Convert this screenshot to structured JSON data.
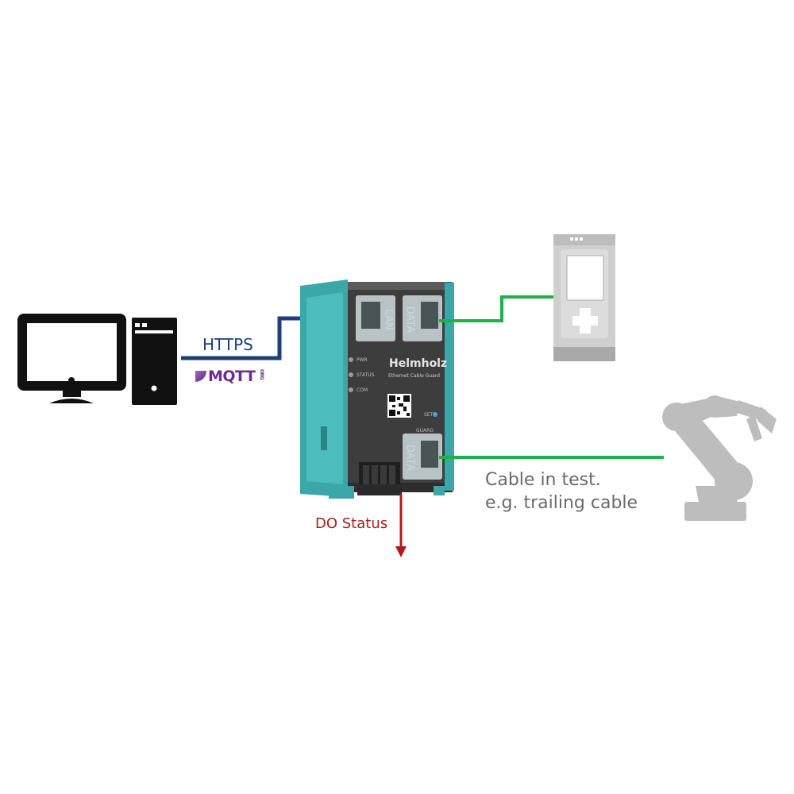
{
  "labels": {
    "https": "HTTPS",
    "mqtt": "MQTT",
    "mqtt_suffix": "ORG",
    "do_status": "DO Status",
    "cable_line1": "Cable in test.",
    "cable_line2": "e.g. trailing cable"
  },
  "device": {
    "brand": "Helmholz",
    "subtitle": "Ethernet Cable Guard",
    "port_lan": "LAN",
    "port_data_top": "DATA",
    "port_data_bottom": "DATA",
    "guard": "GUARD",
    "set": "SET",
    "led_pwr": "PWR",
    "led_status": "STATUS",
    "led_com": "COM"
  },
  "colors": {
    "https_line": "#1c3f7d",
    "data_line": "#20b04a",
    "do_arrow": "#b11a1a",
    "device_teal": "#3aa7a8",
    "device_body": "#3d3d3d",
    "robot_gray": "#bdbdbd",
    "icon_black": "#111111"
  },
  "icons": [
    "computer-icon",
    "plc-icon",
    "robot-arm-icon",
    "qr-code-icon"
  ]
}
